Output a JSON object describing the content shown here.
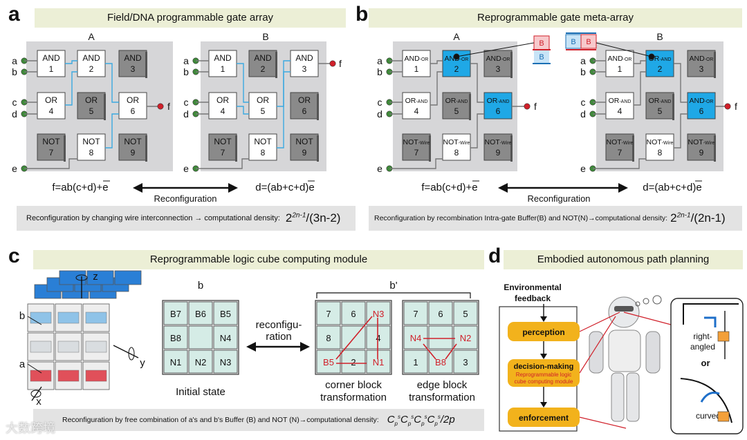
{
  "panel_a": {
    "letter": "a",
    "title": "Field/DNA programmable gate array",
    "label_A": "A",
    "label_B": "B",
    "gates_A": [
      {
        "name": "AND",
        "num": "1",
        "state": "white"
      },
      {
        "name": "AND",
        "num": "2",
        "state": "white"
      },
      {
        "name": "AND",
        "num": "3",
        "state": "gray"
      },
      {
        "name": "OR",
        "num": "4",
        "state": "white"
      },
      {
        "name": "OR",
        "num": "5",
        "state": "gray"
      },
      {
        "name": "OR",
        "num": "6",
        "state": "white"
      },
      {
        "name": "NOT",
        "num": "7",
        "state": "gray"
      },
      {
        "name": "NOT",
        "num": "8",
        "state": "white"
      },
      {
        "name": "NOT",
        "num": "9",
        "state": "gray"
      }
    ],
    "gates_B": [
      {
        "name": "AND",
        "num": "1",
        "state": "white"
      },
      {
        "name": "AND",
        "num": "2",
        "state": "gray"
      },
      {
        "name": "AND",
        "num": "3",
        "state": "white"
      },
      {
        "name": "OR",
        "num": "4",
        "state": "white"
      },
      {
        "name": "OR",
        "num": "5",
        "state": "white"
      },
      {
        "name": "OR",
        "num": "6",
        "state": "gray"
      },
      {
        "name": "NOT",
        "num": "7",
        "state": "gray"
      },
      {
        "name": "NOT",
        "num": "8",
        "state": "white"
      },
      {
        "name": "NOT",
        "num": "9",
        "state": "gray"
      }
    ],
    "inputs": [
      "a",
      "b",
      "c",
      "d",
      "e"
    ],
    "output": "f",
    "formula_A": "f=ab(c+d)+e",
    "formula_B": "d=(ab+c+d)e",
    "reconfig_label": "Reconfiguration",
    "density_text": "Reconfiguration by changing wire interconnection → computational density:",
    "density_formula": "2",
    "density_exp": "2n-1",
    "density_tail": "/(3n-2)"
  },
  "panel_b": {
    "letter": "b",
    "title": "Reprogrammable gate meta-array",
    "label_A": "A",
    "label_B": "B",
    "gates_A": [
      {
        "name": "AND",
        "sub": "-OR",
        "num": "1",
        "state": "white"
      },
      {
        "name": "AND",
        "sub": "-OR",
        "num": "2",
        "state": "blue"
      },
      {
        "name": "AND",
        "sub": "-OR",
        "num": "3",
        "state": "gray"
      },
      {
        "name": "OR",
        "sub": "-AND",
        "num": "4",
        "state": "white"
      },
      {
        "name": "OR",
        "sub": "-AND",
        "num": "5",
        "state": "gray"
      },
      {
        "name": "OR",
        "sub": "-AND",
        "num": "6",
        "state": "blue"
      },
      {
        "name": "NOT",
        "sub": "-Wire",
        "num": "7",
        "state": "gray"
      },
      {
        "name": "NOT",
        "sub": "-Wire",
        "num": "8",
        "state": "white"
      },
      {
        "name": "NOT",
        "sub": "-Wire",
        "num": "9",
        "state": "gray"
      }
    ],
    "gates_B": [
      {
        "name": "AND",
        "sub": "-OR",
        "num": "1",
        "state": "white"
      },
      {
        "name": "OR",
        "sub": "-AND",
        "num": "2",
        "state": "blue"
      },
      {
        "name": "AND",
        "sub": "-OR",
        "num": "3",
        "state": "gray"
      },
      {
        "name": "OR",
        "sub": "-AND",
        "num": "4",
        "state": "white"
      },
      {
        "name": "OR",
        "sub": "-AND",
        "num": "5",
        "state": "gray"
      },
      {
        "name": "AND",
        "sub": "-OR",
        "num": "6",
        "state": "blue"
      },
      {
        "name": "NOT",
        "sub": "-Wire",
        "num": "7",
        "state": "gray"
      },
      {
        "name": "NOT",
        "sub": "-Wire",
        "num": "8",
        "state": "white"
      },
      {
        "name": "NOT",
        "sub": "-Wire",
        "num": "9",
        "state": "gray"
      }
    ],
    "inputs": [
      "a",
      "b",
      "c",
      "d",
      "e"
    ],
    "output": "f",
    "buffer_label": "B",
    "formula_A": "f=ab(c+d)+e",
    "formula_B": "d=(ab+c+d)e",
    "reconfig_label": "Reconfiguration",
    "density_text": "Reconfiguration by recombination Intra-gate Buffer(B) and NOT(N)→computational density:",
    "density_formula": "2",
    "density_exp": "2n-1",
    "density_tail": "/(2n-1)"
  },
  "panel_c": {
    "letter": "c",
    "title": "Reprogrammable logic cube computing module",
    "cube_labels": {
      "z": "z",
      "y": "y",
      "x": "x",
      "a": "a",
      "b": "b"
    },
    "grid_b_label": "b",
    "grid_bp_label": "b'",
    "initial_grid": [
      "B7",
      "B6",
      "B5",
      "B8",
      "",
      "N4",
      "N1",
      "N2",
      "N3"
    ],
    "initial_caption": "Initial state",
    "reconfig_text_1": "reconfigu-",
    "reconfig_text_2": "ration",
    "corner_grid": [
      "7",
      "6",
      "N3",
      "8",
      "",
      "4",
      "B5",
      "2",
      "N1"
    ],
    "corner_caption_1": "corner block",
    "corner_caption_2": "transformation",
    "edge_grid": [
      "7",
      "6",
      "5",
      "N4",
      "",
      "N2",
      "1",
      "B8",
      "3"
    ],
    "edge_caption_1": "edge block",
    "edge_caption_2": "transformation",
    "density_text": "Reconfiguration by free combination of a's and b's Buffer (B) and NOT (N)→computational density:",
    "density_formula": "C",
    "density_tail": "/2p"
  },
  "panel_d": {
    "letter": "d",
    "title": "Embodied autonomous path planning",
    "env_feedback_1": "Environmental",
    "env_feedback_2": "feedback",
    "perception": "perception",
    "decision": "decision-making",
    "decision_sub_1": "Reprogrammable logic",
    "decision_sub_2": "cube computing module",
    "enforcement": "enforcement",
    "right_angled_1": "right-",
    "right_angled_2": "angled",
    "or_label": "or",
    "curved_label": "curved"
  },
  "watermark": "大数跨境",
  "colors": {
    "title_bg": "#ecefd6",
    "panel_bg": "#d6d6d8",
    "gate_gray": "#8a8a8a",
    "gate_blue": "#1fa8e6",
    "wire_blue": "#3aa8e0",
    "red": "#d0202a",
    "green_dot": "#3f8a3a",
    "orange": "#f2b21c",
    "cell_bg": "#d5ece6"
  }
}
